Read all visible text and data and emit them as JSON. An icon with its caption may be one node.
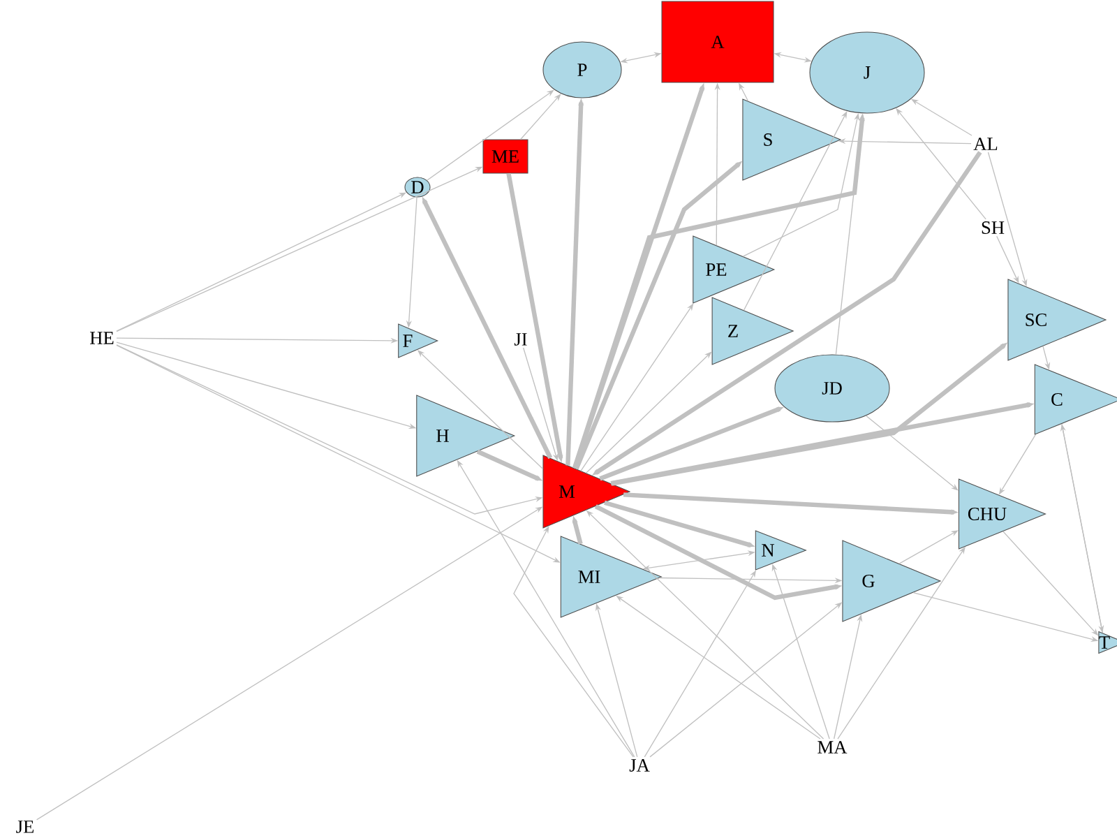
{
  "diagram": {
    "nodes": [
      {
        "text": [
          "A"
        ]
      },
      {
        "text": [
          "P"
        ]
      },
      {
        "text": [
          "J"
        ]
      },
      {
        "text": [
          "ME"
        ]
      },
      {
        "text": [
          "S"
        ]
      },
      {
        "text": [
          "AL"
        ]
      },
      {
        "text": [
          "D"
        ]
      },
      {
        "text": [
          "SH"
        ]
      },
      {
        "text": [
          "PE"
        ]
      },
      {
        "text": [
          "SC"
        ]
      },
      {
        "text": [
          "HE"
        ]
      },
      {
        "text": [
          "F"
        ]
      },
      {
        "text": [
          "JI"
        ]
      },
      {
        "text": [
          "Z"
        ]
      },
      {
        "text": [
          "JD"
        ]
      },
      {
        "text": [
          "C"
        ]
      },
      {
        "text": [
          "H"
        ]
      },
      {
        "text": [
          "M"
        ]
      },
      {
        "text": [
          "CHU"
        ]
      },
      {
        "text": [
          "N"
        ]
      },
      {
        "text": [
          "MI"
        ]
      },
      {
        "text": [
          "G"
        ]
      },
      {
        "text": [
          "T"
        ]
      },
      {
        "text": [
          "JA"
        ]
      },
      {
        "text": [
          "MA"
        ]
      },
      {
        "text": [
          "JE"
        ]
      }
    ],
    "edges": [
      {
        "from": 17,
        "to": 0,
        "arrow": "to",
        "style": "thick"
      },
      {
        "from": 17,
        "to": 2,
        "arrow": "to",
        "style": "thick"
      },
      {
        "from": 17,
        "to": 4,
        "arrow": "to",
        "style": "thick"
      },
      {
        "from": 17,
        "to": 1,
        "arrow": "to",
        "style": "thick"
      },
      {
        "from": 17,
        "to": 6,
        "arrow": "to",
        "style": "thick"
      },
      {
        "from": 3,
        "to": 17,
        "arrow": "to",
        "style": "thick"
      },
      {
        "from": 17,
        "to": 14,
        "arrow": "to",
        "style": "thick"
      },
      {
        "from": 17,
        "to": 15,
        "arrow": "to",
        "style": "thick"
      },
      {
        "from": 17,
        "to": 9,
        "arrow": "to",
        "style": "thick"
      },
      {
        "from": 17,
        "to": 18,
        "arrow": "to",
        "style": "thick"
      },
      {
        "from": 17,
        "to": 21,
        "arrow": "to",
        "style": "thick"
      },
      {
        "from": 17,
        "to": 19,
        "arrow": "to",
        "style": "thick"
      },
      {
        "from": 16,
        "to": 17,
        "arrow": "to",
        "style": "thick"
      },
      {
        "from": 20,
        "to": 17,
        "arrow": "to",
        "style": "thick"
      },
      {
        "from": 5,
        "to": 17,
        "arrow": "to",
        "style": "thick"
      },
      {
        "from": 17,
        "to": 11,
        "arrow": "to"
      },
      {
        "from": 17,
        "to": 8,
        "arrow": "to"
      },
      {
        "from": 17,
        "to": 13,
        "arrow": "to"
      },
      {
        "from": 12,
        "to": 17,
        "arrow": "to"
      },
      {
        "from": 0,
        "to": 1,
        "arrow": "both"
      },
      {
        "from": 2,
        "to": 0,
        "arrow": "both"
      },
      {
        "from": 4,
        "to": 0,
        "arrow": "to"
      },
      {
        "from": 8,
        "to": 0,
        "arrow": "to"
      },
      {
        "from": 8,
        "to": 2,
        "arrow": "to"
      },
      {
        "from": 13,
        "to": 2,
        "arrow": "to"
      },
      {
        "from": 14,
        "to": 2,
        "arrow": "to"
      },
      {
        "from": 5,
        "to": 2,
        "arrow": "to"
      },
      {
        "from": 5,
        "to": 4,
        "arrow": "to"
      },
      {
        "from": 5,
        "to": 9,
        "arrow": "to"
      },
      {
        "from": 7,
        "to": 9,
        "arrow": "to"
      },
      {
        "from": 7,
        "to": 2,
        "arrow": "to"
      },
      {
        "from": 6,
        "to": 11,
        "arrow": "to"
      },
      {
        "from": 6,
        "to": 1,
        "arrow": "to"
      },
      {
        "from": 3,
        "to": 1,
        "arrow": "to"
      },
      {
        "from": 10,
        "to": 6,
        "arrow": "to"
      },
      {
        "from": 10,
        "to": 3,
        "arrow": "to"
      },
      {
        "from": 10,
        "to": 11,
        "arrow": "to"
      },
      {
        "from": 10,
        "to": 16,
        "arrow": "to"
      },
      {
        "from": 10,
        "to": 17,
        "arrow": "to"
      },
      {
        "from": 10,
        "to": 20,
        "arrow": "to"
      },
      {
        "from": 25,
        "to": 17,
        "arrow": "to"
      },
      {
        "from": 23,
        "to": 20,
        "arrow": "to"
      },
      {
        "from": 23,
        "to": 17,
        "arrow": "to"
      },
      {
        "from": 23,
        "to": 19,
        "arrow": "to"
      },
      {
        "from": 23,
        "to": 21,
        "arrow": "to"
      },
      {
        "from": 23,
        "to": 16,
        "arrow": "to"
      },
      {
        "from": 24,
        "to": 17,
        "arrow": "to"
      },
      {
        "from": 24,
        "to": 21,
        "arrow": "to"
      },
      {
        "from": 24,
        "to": 19,
        "arrow": "to"
      },
      {
        "from": 24,
        "to": 18,
        "arrow": "to"
      },
      {
        "from": 24,
        "to": 20,
        "arrow": "to"
      },
      {
        "from": 15,
        "to": 22,
        "arrow": "to"
      },
      {
        "from": 21,
        "to": 22,
        "arrow": "to"
      },
      {
        "from": 18,
        "to": 22,
        "arrow": "to"
      },
      {
        "from": 22,
        "to": 15,
        "arrow": "to"
      },
      {
        "from": 14,
        "to": 18,
        "arrow": "to"
      },
      {
        "from": 20,
        "to": 19,
        "arrow": "both"
      },
      {
        "from": 20,
        "to": 21,
        "arrow": "to"
      },
      {
        "from": 21,
        "to": 18,
        "arrow": "to"
      },
      {
        "from": 15,
        "to": 18,
        "arrow": "to"
      },
      {
        "from": 9,
        "to": 15,
        "arrow": "to"
      }
    ]
  }
}
